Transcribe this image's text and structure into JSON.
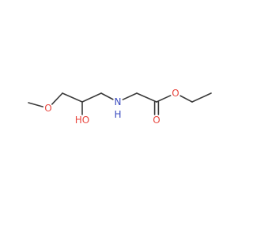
{
  "molecule": {
    "atoms": [
      {
        "id": "me1",
        "symbol": "",
        "color": "#3a3a3a"
      },
      {
        "id": "o1",
        "symbol": "O",
        "color": "#e8473f"
      },
      {
        "id": "c1",
        "symbol": "",
        "color": "#3a3a3a"
      },
      {
        "id": "c2",
        "symbol": "",
        "color": "#3a3a3a"
      },
      {
        "id": "oh",
        "symbol": "HO",
        "color": "#e8473f"
      },
      {
        "id": "c3",
        "symbol": "",
        "color": "#3a3a3a"
      },
      {
        "id": "n1",
        "symbol": "N",
        "color": "#3b4cc0"
      },
      {
        "id": "h1",
        "symbol": "H",
        "color": "#3b4cc0"
      },
      {
        "id": "c4",
        "symbol": "",
        "color": "#3a3a3a"
      },
      {
        "id": "c5",
        "symbol": "",
        "color": "#3a3a3a"
      },
      {
        "id": "o2",
        "symbol": "O",
        "color": "#e8473f"
      },
      {
        "id": "o3",
        "symbol": "O",
        "color": "#e8473f"
      },
      {
        "id": "c6",
        "symbol": "",
        "color": "#3a3a3a"
      },
      {
        "id": "me2",
        "symbol": "",
        "color": "#3a3a3a"
      }
    ],
    "bonds": [
      {
        "from": "me1",
        "to": "o1",
        "order": 1
      },
      {
        "from": "o1",
        "to": "c1",
        "order": 1
      },
      {
        "from": "c1",
        "to": "c2",
        "order": 1
      },
      {
        "from": "c2",
        "to": "oh",
        "order": 1
      },
      {
        "from": "c2",
        "to": "c3",
        "order": 1
      },
      {
        "from": "c3",
        "to": "n1",
        "order": 1
      },
      {
        "from": "n1",
        "to": "c4",
        "order": 1
      },
      {
        "from": "c4",
        "to": "c5",
        "order": 1
      },
      {
        "from": "c5",
        "to": "o2",
        "order": 2
      },
      {
        "from": "c5",
        "to": "o3",
        "order": 1
      },
      {
        "from": "o3",
        "to": "c6",
        "order": 1
      },
      {
        "from": "c6",
        "to": "me2",
        "order": 1
      }
    ]
  }
}
